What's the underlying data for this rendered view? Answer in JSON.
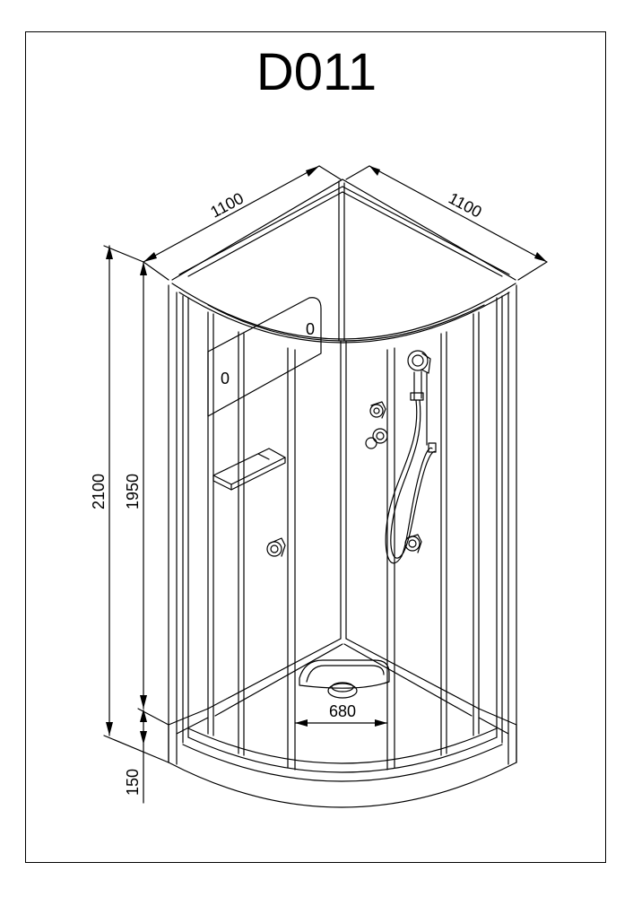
{
  "title": "D011",
  "dimensions": {
    "width_left": "1100",
    "width_right": "1100",
    "total_height": "2100",
    "enclosure_height": "1950",
    "tray_height": "150",
    "door_opening": "680"
  },
  "panel_marks": {
    "back_panel_mark": "0",
    "side_panel_mark": "0"
  },
  "colors": {
    "line": "#000000",
    "background": "#ffffff"
  }
}
